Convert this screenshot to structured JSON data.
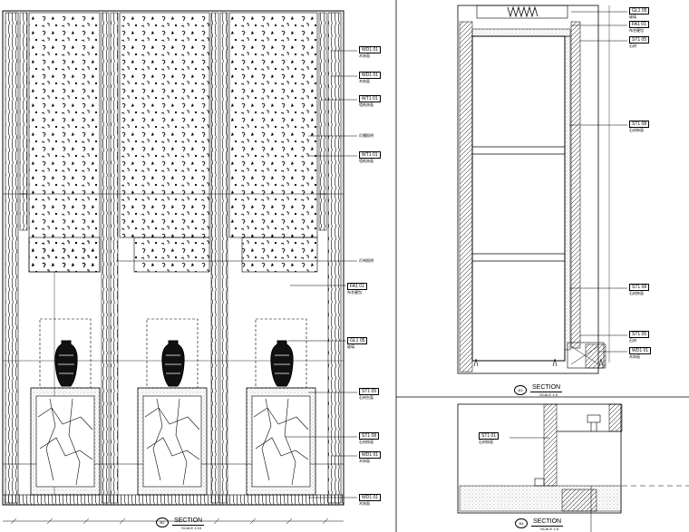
{
  "left_drawing": {
    "tags": [
      {
        "code": "WD1 01",
        "sub": "木饰面"
      },
      {
        "code": "WD1 01",
        "sub": "木饰面"
      },
      {
        "code": "WT1 01",
        "sub": "墙纸饰面"
      },
      {
        "code": "",
        "sub": "灯槽照明"
      },
      {
        "code": "WT1 01",
        "sub": "墙纸饰面"
      },
      {
        "code": "",
        "sub": "灯带照明"
      },
      {
        "code": "FA1 01",
        "sub": "布艺硬包"
      },
      {
        "code": "GL1 05",
        "sub": "玻璃"
      },
      {
        "code": "ST1 05",
        "sub": "石材台面"
      },
      {
        "code": "ST1 08",
        "sub": "石材饰面"
      },
      {
        "code": "WD1 01",
        "sub": "木饰面"
      },
      {
        "code": "WD1 01",
        "sub": "木饰面"
      }
    ],
    "title": {
      "bubble": "B2",
      "text": "SECTION",
      "scale": "SCALE 1:15"
    }
  },
  "right_top": {
    "tags": [
      {
        "code": "GL1 05",
        "sub": "玻璃"
      },
      {
        "code": "FA1 01",
        "sub": "布艺硬包"
      },
      {
        "code": "ST1 05",
        "sub": "石材"
      },
      {
        "code": "ST1 08",
        "sub": "石材饰面"
      },
      {
        "code": "ST1 08",
        "sub": "石材饰面"
      },
      {
        "code": "ST1 05",
        "sub": "石材"
      },
      {
        "code": "WD1 01",
        "sub": "木饰面"
      }
    ],
    "title": {
      "bubble": "B3",
      "text": "SECTION",
      "scale": "SCALE 1:5"
    }
  },
  "right_bottom": {
    "tags": [
      {
        "code": "ST1 01",
        "sub": "石材饰面"
      }
    ],
    "title": {
      "bubble": "B4",
      "text": "SECTION",
      "scale": "SCALE 1:5"
    }
  }
}
